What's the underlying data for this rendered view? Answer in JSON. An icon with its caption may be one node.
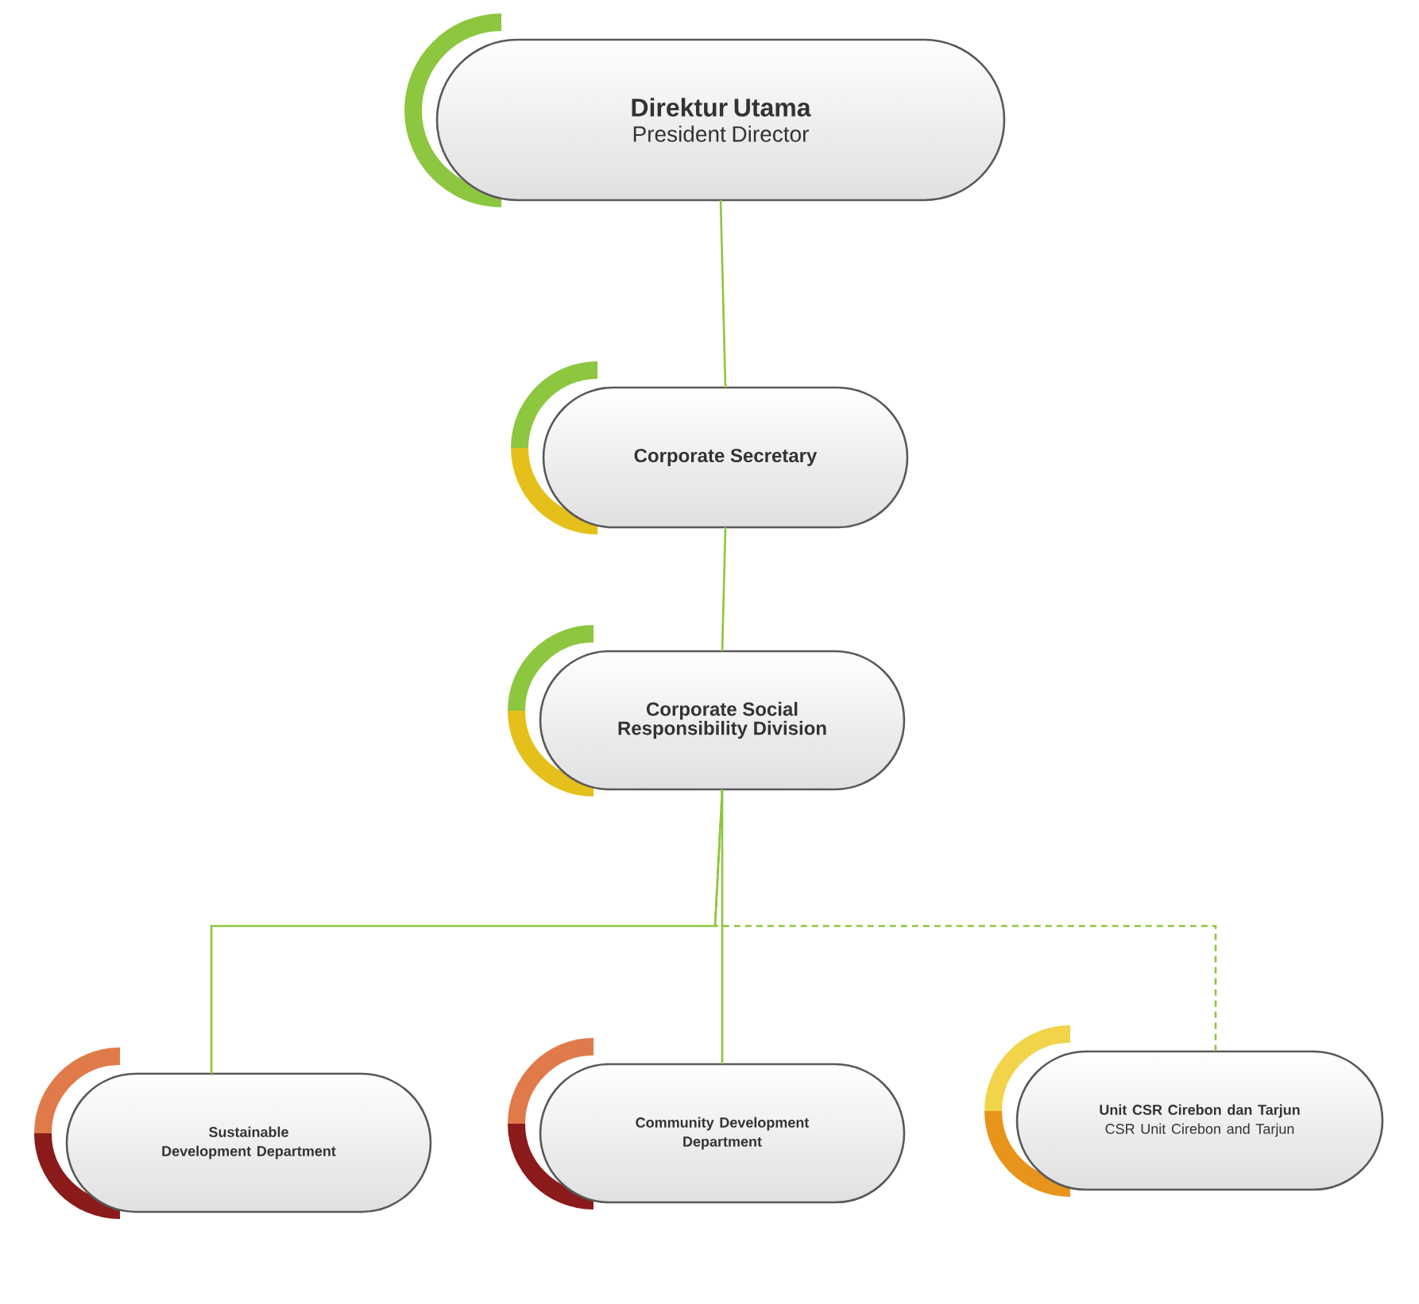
{
  "diagram": {
    "nodes": [
      {
        "text": [
          "Direktur Utama",
          "President Director"
        ]
      },
      {
        "text": [
          "Corporate Secretary"
        ]
      },
      {
        "text": [
          "Corporate Social Responsibility Division"
        ]
      },
      {
        "text": [
          "Sustainable Development Department"
        ]
      },
      {
        "text": [
          "Community Development Department"
        ]
      },
      {
        "text": [
          "Unit CSR Cirebon dan Tarjun",
          "CSR Unit Cirebon and Tarjun"
        ]
      }
    ],
    "edges": [
      {
        "from": 0,
        "to": 1,
        "arrow": "none"
      },
      {
        "from": 1,
        "to": 2,
        "arrow": "none"
      },
      {
        "from": 2,
        "to": 3,
        "arrow": "none"
      },
      {
        "from": 2,
        "to": 4,
        "arrow": "none"
      },
      {
        "from": 2,
        "to": 5,
        "arrow": "none",
        "style": "dashed"
      }
    ]
  }
}
